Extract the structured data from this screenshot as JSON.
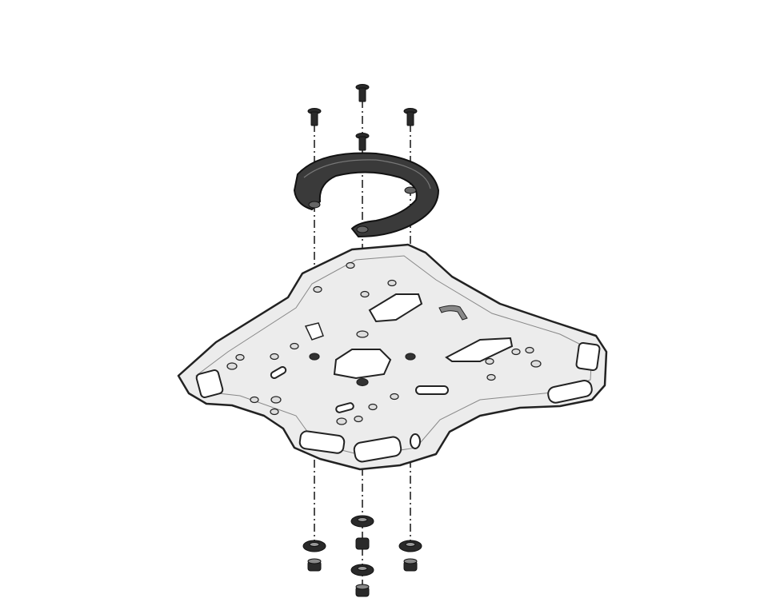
{
  "diagram": {
    "colors": {
      "background": "#ffffff",
      "plate_fill": "#ececec",
      "outline": "#222222",
      "ring_fill": "#3a3a3a",
      "hardware_fill": "#2a2a2a"
    },
    "parts": {
      "top_screws": 4,
      "adapter_ring": 1,
      "rack_plate": 1,
      "bottom_washers": 4,
      "bottom_nuts": 4
    }
  }
}
